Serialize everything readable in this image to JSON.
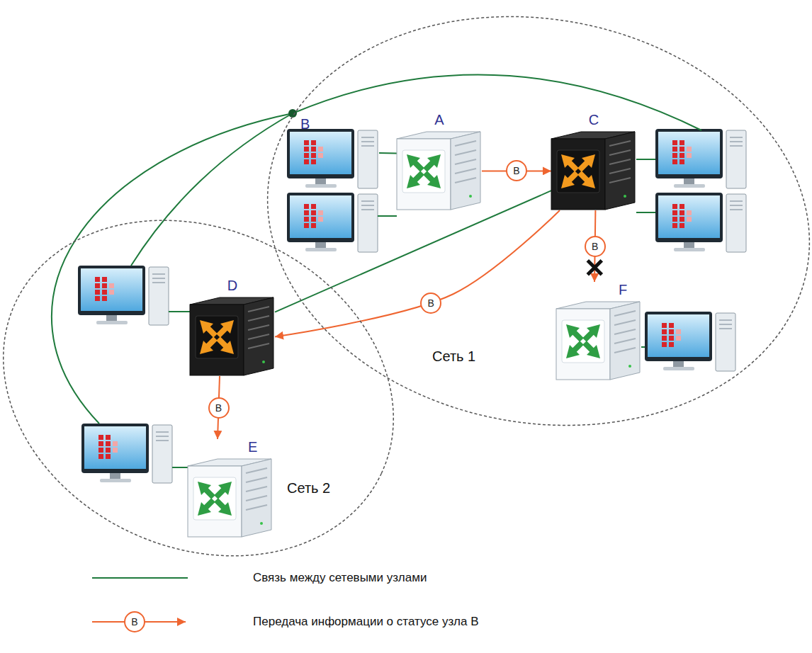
{
  "diagram": {
    "nodes": [
      {
        "text": [
          "Сеть 1"
        ]
      },
      {
        "text": [
          "B"
        ],
        "in": 0
      },
      {
        "text": [
          "A"
        ],
        "in": 0
      },
      {
        "text": [
          "C"
        ],
        "in": 0
      },
      {
        "text": [
          "F"
        ],
        "in": 0
      },
      {
        "text": [
          "Сеть 2"
        ]
      },
      {
        "text": [
          "D"
        ],
        "in": 5
      },
      {
        "text": [
          "E"
        ],
        "in": 5
      }
    ],
    "edges": [
      {
        "from": 2,
        "to": 3,
        "arrow": "to",
        "label": "B"
      },
      {
        "from": 3,
        "to": 4,
        "arrow": "to",
        "label": "B"
      },
      {
        "from": 3,
        "to": 6,
        "arrow": "to",
        "label": "B"
      },
      {
        "from": 6,
        "to": 7,
        "arrow": "to",
        "label": "B"
      },
      {
        "from": 1,
        "to": 2,
        "arrow": "none"
      },
      {
        "from": 3,
        "to": 6,
        "arrow": "none"
      }
    ],
    "labels": [
      "B"
    ],
    "legend": [
      {
        "text": "Связь между сетевыми узлами"
      },
      {
        "text": "Передача информации о статусе узла В"
      }
    ]
  }
}
